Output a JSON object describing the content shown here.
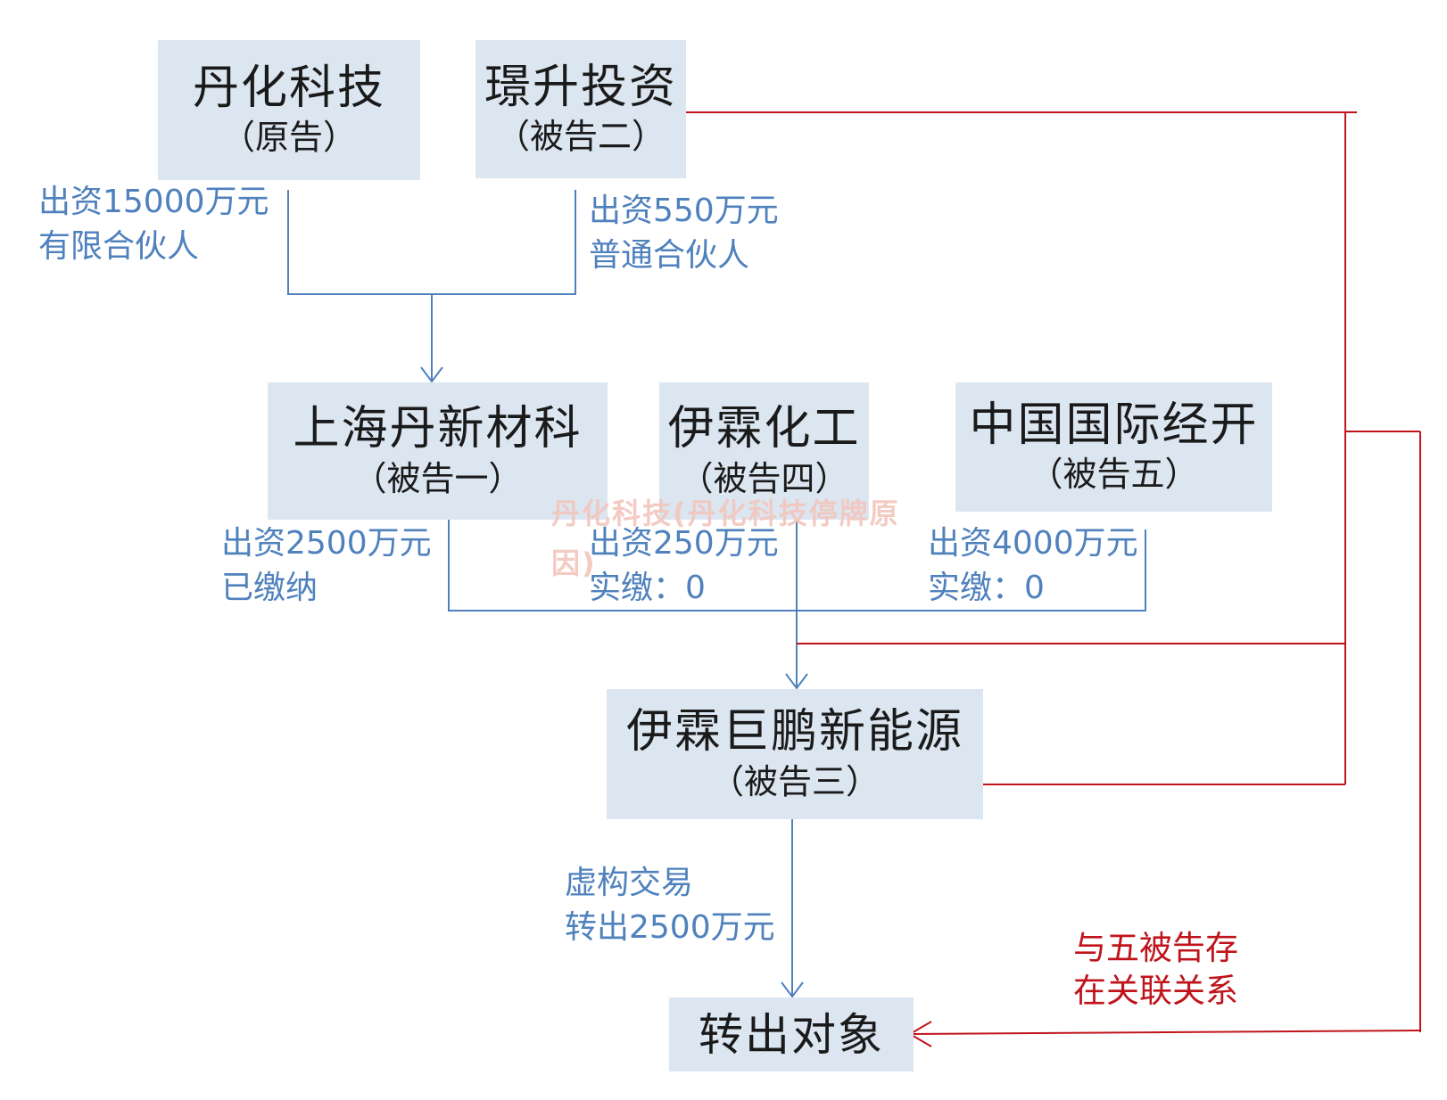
{
  "nodes": {
    "danhua": {
      "name": "丹化科技",
      "role": "（原告）"
    },
    "jingsheng": {
      "name": "璟升投资",
      "role": "（被告二）"
    },
    "shanghai": {
      "name": "上海丹新材科",
      "role": "（被告一）"
    },
    "yilin_chem": {
      "name": "伊霖化工",
      "role": "（被告四）"
    },
    "china_intl": {
      "name": "中国国际经开",
      "role": "（被告五）"
    },
    "yilin_energy": {
      "name": "伊霖巨鹏新能源",
      "role": "（被告三）"
    },
    "target": {
      "name": "转出对象"
    }
  },
  "labels": {
    "danhua_contrib": {
      "line1": "出资15000万元",
      "line2": "有限合伙人"
    },
    "jingsheng_contrib": {
      "line1": "出资550万元",
      "line2": "普通合伙人"
    },
    "shanghai_contrib": {
      "line1": "出资2500万元",
      "line2": "已缴纳"
    },
    "yilin_chem_contrib": {
      "line1": "出资250万元",
      "line2": "实缴：0"
    },
    "china_intl_contrib": {
      "line1": "出资4000万元",
      "line2": "实缴：0"
    },
    "transfer": {
      "line1": "虚构交易",
      "line2": "转出2500万元"
    },
    "related": {
      "line1": "与五被告存",
      "line2": "在关联关系"
    }
  },
  "watermark": "丹化科技(丹化科技停牌原因)",
  "colors": {
    "box_fill": "#dce6f1",
    "blue_line": "#4f81bd",
    "red_line": "#c0141c"
  }
}
